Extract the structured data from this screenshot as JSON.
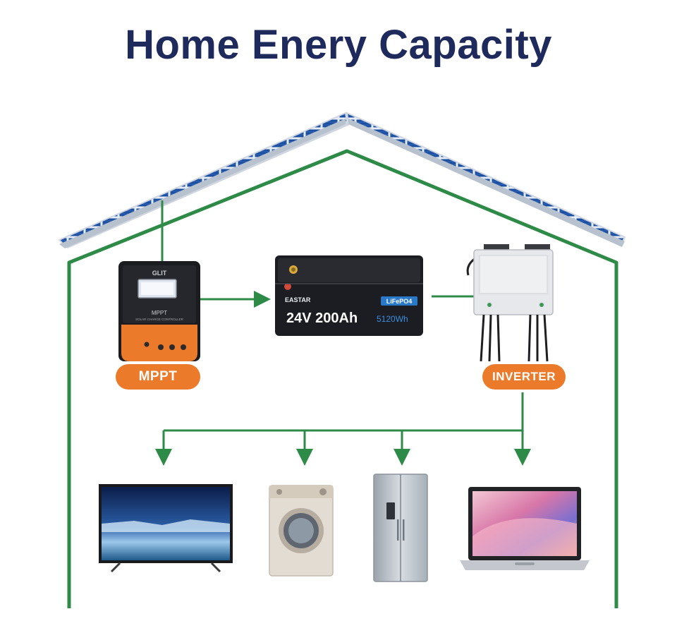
{
  "title": "Home Enery Capacity",
  "labels": {
    "mppt": "MPPT",
    "inverter": "INVERTER"
  },
  "controller": {
    "brand_text": "GLIT",
    "model_text": "MPPT",
    "subtitle_text": "SOLAR CHARGE CONTROLLER"
  },
  "battery": {
    "brand_text": "EASTAR",
    "chemistry_text": "LiFePO4",
    "rating_text": "24V 200Ah",
    "energy_text": "5120Wh"
  },
  "colors": {
    "title": "#1f2a5c",
    "accent_orange": "#ec7a2b",
    "line_green": "#2e8b47",
    "panel_blue": "#1d4fa0"
  },
  "icons": [
    "solar-panel-roof-icon",
    "charge-controller-icon",
    "battery-icon",
    "inverter-icon",
    "tv-icon",
    "washing-machine-icon",
    "refrigerator-icon",
    "laptop-icon"
  ]
}
